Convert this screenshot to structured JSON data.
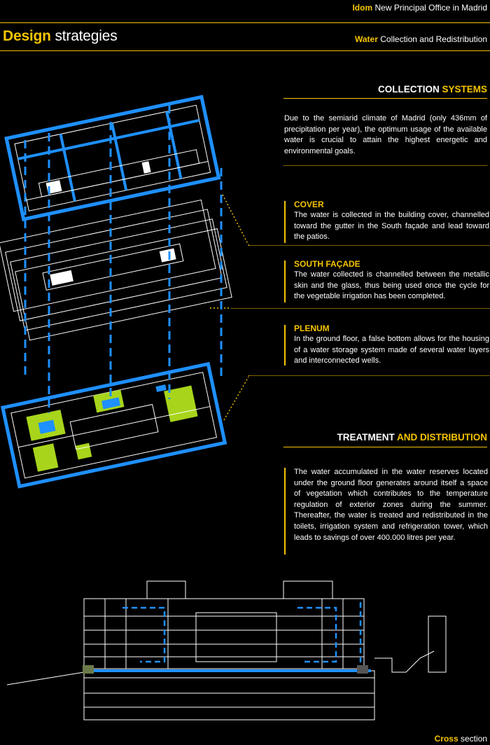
{
  "header": {
    "brand": "Idom",
    "project": "New Principal Office in Madrid",
    "title_highlight": "Design",
    "title_rest": "strategies",
    "topic_highlight": "Water",
    "topic_rest": "Collection and Redistribution"
  },
  "collection": {
    "heading_white": "COLLECTION",
    "heading_yellow": "SYSTEMS",
    "intro": "Due to the semiarid climate of Madrid (only 436mm of precipitation per year), the optimum usage of the available water is crucial to attain the highest energetic and environmental goals."
  },
  "blocks": [
    {
      "title": "COVER",
      "text": "The water is collected in the building cover, channelled toward the gutter in the South façade and lead toward the patios."
    },
    {
      "title": "SOUTH FAÇADE",
      "text": "The water collected is channelled between the metallic skin and the glass, thus being used once the cycle for the vegetable irrigation has been completed."
    },
    {
      "title": "PLENUM",
      "text": "In the ground floor, a false bottom allows for the housing of a water storage system made of several water layers and interconnected wells."
    }
  ],
  "treatment": {
    "heading_white": "TREATMENT",
    "heading_yellow": "AND DISTRIBUTION",
    "text": "The water accumulated in the water reserves located under the ground floor generates around itself a space of vegetation which contributes to the temperature regulation of exterior zones during the summer. Thereafter, the water is treated and redistributed in the toilets, irrigation system and refrigeration tower, which leads to savings of over 400.000 litres per year."
  },
  "footer": {
    "highlight": "Cross",
    "rest": "section"
  },
  "colors": {
    "accent": "#f5c400",
    "water": "#1e90ff",
    "vegetation": "#a8d51b",
    "line": "#ffffff",
    "background": "#000000"
  }
}
